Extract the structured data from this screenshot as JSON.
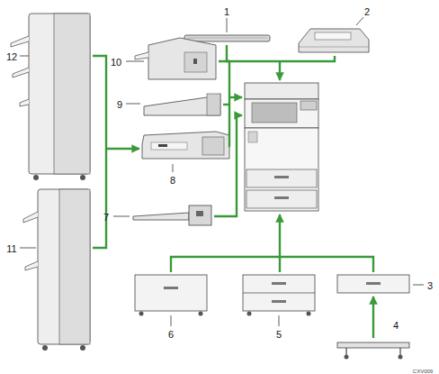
{
  "diagram": {
    "labels": [
      "1",
      "2",
      "3",
      "4",
      "5",
      "6",
      "7",
      "8",
      "9",
      "10",
      "11",
      "12",
      "CXV009"
    ]
  }
}
